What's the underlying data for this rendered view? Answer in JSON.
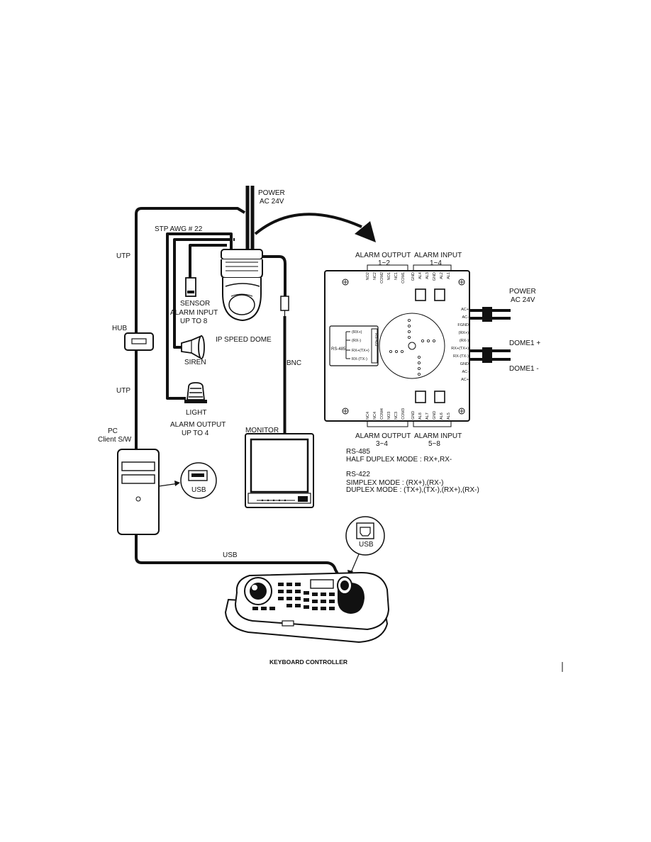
{
  "labels": {
    "power_top": "POWER",
    "ac24_top": "AC 24V",
    "stp": "STP AWG # 22",
    "utp_top": "UTP",
    "hub": "HUB",
    "utp_bottom": "UTP",
    "sensor": "SENSOR",
    "alarm_input_up8_1": "ALARM INPUT",
    "alarm_input_up8_2": "UP TO 8",
    "ip_speed_dome": "IP SPEED DOME",
    "siren": "SIREN",
    "light": "LIGHT",
    "alarm_output_up4_1": "ALARM OUTPUT",
    "alarm_output_up4_2": "UP TO 4",
    "bnc": "BNC",
    "pc": "PC",
    "client_sw": "Client S/W",
    "monitor": "MONITOR",
    "usb_pc": "USB",
    "usb_kb": "USB",
    "usb_line": "USB",
    "keyboard_controller": "KEYBOARD CONTROLLER"
  },
  "board": {
    "alarm_output_top_1": "ALARM OUTPUT",
    "alarm_output_top_2": "1~2",
    "alarm_input_top_1": "ALARM INPUT",
    "alarm_input_top_2": "1~4",
    "alarm_output_bottom_1": "ALARM OUTPUT",
    "alarm_output_bottom_2": "3~4",
    "alarm_input_bottom_1": "ALARM INPUT",
    "alarm_input_bottom_2": "5~8",
    "top_pins_out": [
      "NO2",
      "NC2",
      "COM2",
      "NO1",
      "NC1",
      "COM1"
    ],
    "top_pins_in": [
      "GND",
      "AL4",
      "AL3",
      "GND",
      "AL2",
      "AL1"
    ],
    "bottom_pins_out": [
      "NC4",
      "NC4",
      "COM4",
      "NO3",
      "NC3",
      "COM3"
    ],
    "bottom_pins_in": [
      "GND",
      "AL8",
      "AL7",
      "GND",
      "AL6",
      "AL5"
    ],
    "right_pins": [
      "AC+",
      "AC-",
      "FGND",
      "(RX+)",
      "(RX-)",
      "RX+(TX+)",
      "RX-(TX-)",
      "GND",
      "AC-",
      "AC+"
    ],
    "rs485_pins": [
      "(RX+)",
      "(RX-)",
      "RX+(TX+)",
      "RX-(TX-)"
    ],
    "rs485_side": "RS-485",
    "rs422_side": "RS-422"
  },
  "right_side": {
    "power": "POWER",
    "ac24": "AC 24V",
    "dome_plus": "DOME1 +",
    "dome_minus": "DOME1 -"
  },
  "notes": {
    "rs485_title": "RS-485",
    "rs485_mode": "HALF DUPLEX MODE : RX+,RX-",
    "rs422_title": "RS-422",
    "rs422_simplex": "SIMPLEX MODE : (RX+),(RX-)",
    "rs422_duplex": "DUPLEX MODE : (TX+),(TX-),(RX+),(RX-)"
  }
}
